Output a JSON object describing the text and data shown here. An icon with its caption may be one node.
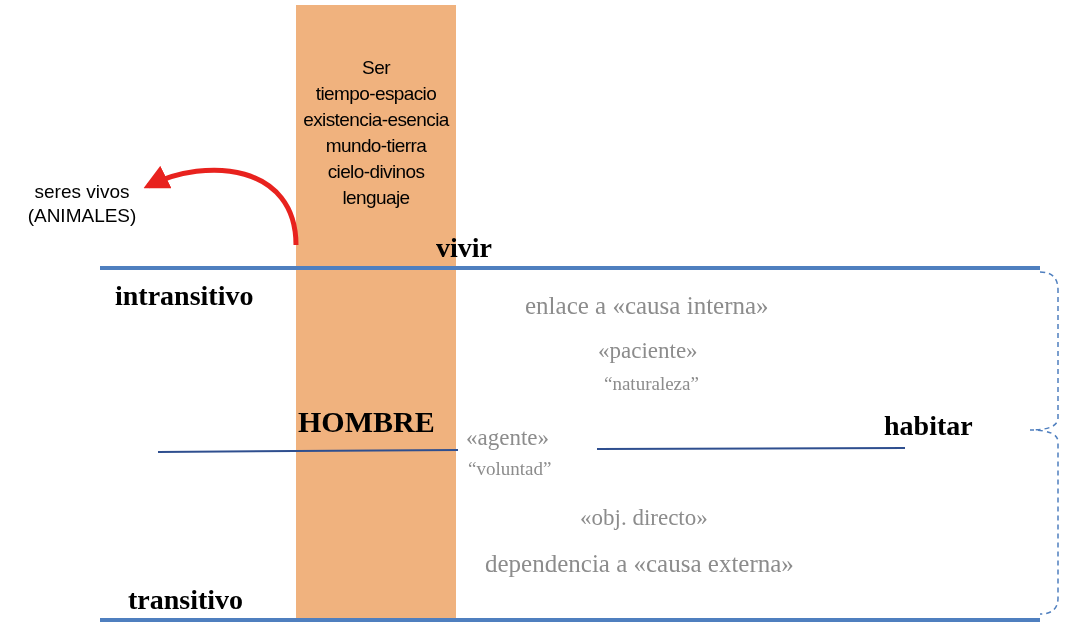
{
  "diagram": {
    "nodes": [
      {
        "text": [
          "Ser tiempo-espacio existencia-esencia mundo-tierra cielo-divinos lenguaje",
          "HOMBRE"
        ]
      },
      {
        "text": [
          "seres vivos (ANIMALES)"
        ]
      }
    ],
    "edges": [
      {
        "from": 0,
        "to": 1,
        "arrow": "to",
        "color": "#e8221e"
      }
    ],
    "labels": [
      "vivir",
      "intransitivo",
      "enlace a «causa interna»",
      "«paciente»",
      "“naturaleza”",
      "«agente»",
      "habitar",
      "“voluntad”",
      "«obj. directo»",
      "dependencia a «causa externa»",
      "transitivo"
    ]
  }
}
